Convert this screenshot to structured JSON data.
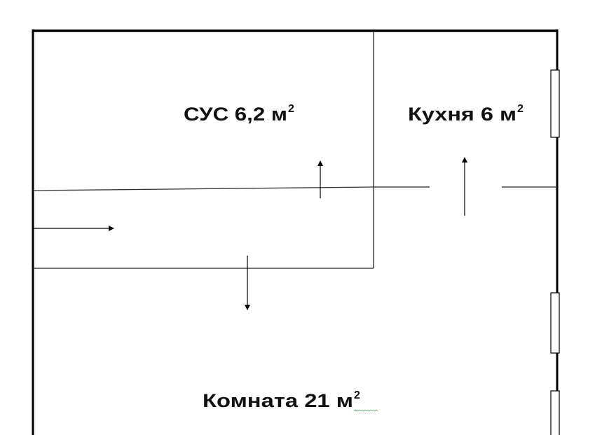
{
  "rooms": {
    "bathroom": {
      "name": "СУС",
      "area": "6,2 м",
      "sup": "2"
    },
    "kitchen": {
      "name": "Кухня",
      "area": "6 м",
      "sup": "2"
    },
    "living": {
      "name": "Комната",
      "area": "21 м",
      "sup": "2"
    }
  },
  "colors": {
    "wall": "#000000",
    "line": "#222222",
    "background": "#ffffff"
  }
}
